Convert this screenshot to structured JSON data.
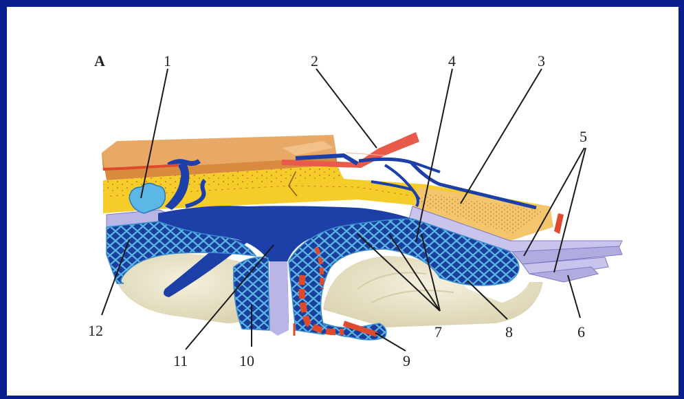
{
  "figure": {
    "panel_letter": "A",
    "labels": [
      "1",
      "2",
      "3",
      "4",
      "5",
      "6",
      "7",
      "8",
      "9",
      "10",
      "11",
      "12"
    ]
  },
  "colors": {
    "frame": "#0a1f8f",
    "skin": "#e8a866",
    "bone": "#f6cc2a",
    "vein": "#1c3fa8",
    "artery": "#e04a2c",
    "dura": "#b9b6e6",
    "arachnoid": "#4aa3d8",
    "cortex": "#e9e3c8"
  }
}
